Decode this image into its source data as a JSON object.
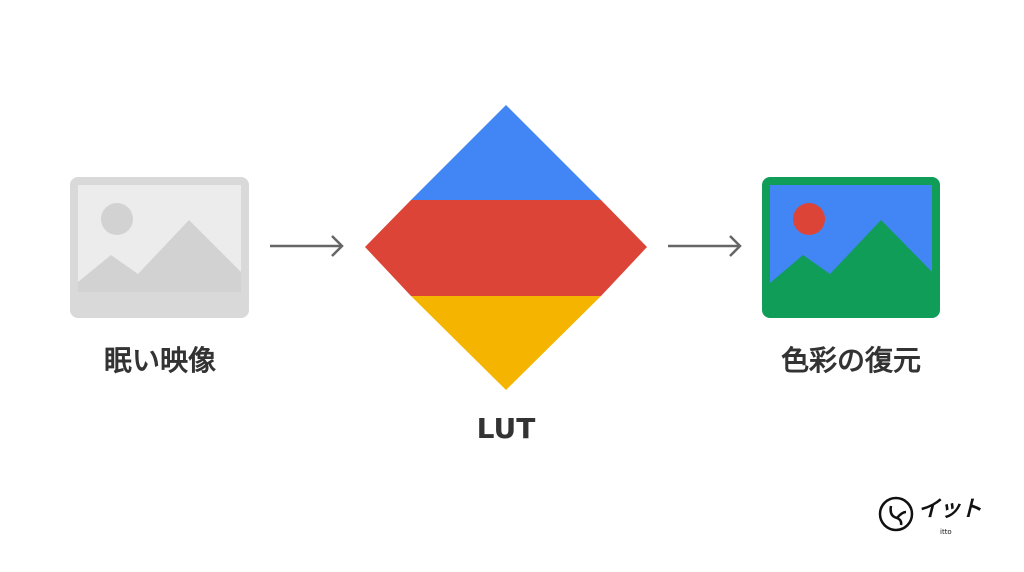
{
  "input_label": "眠い映像",
  "lut_label": "LUT",
  "output_label": "色彩の復元",
  "logo": {
    "text": "イット",
    "sub": "itto"
  },
  "colors": {
    "blue": "#4285f4",
    "red": "#db4437",
    "yellow": "#f4b400",
    "green": "#0f9d58",
    "gray_frame": "#d9d9d9",
    "gray_inner": "#ececec",
    "gray_shape": "#d2d2d2",
    "arrow": "#666666"
  }
}
